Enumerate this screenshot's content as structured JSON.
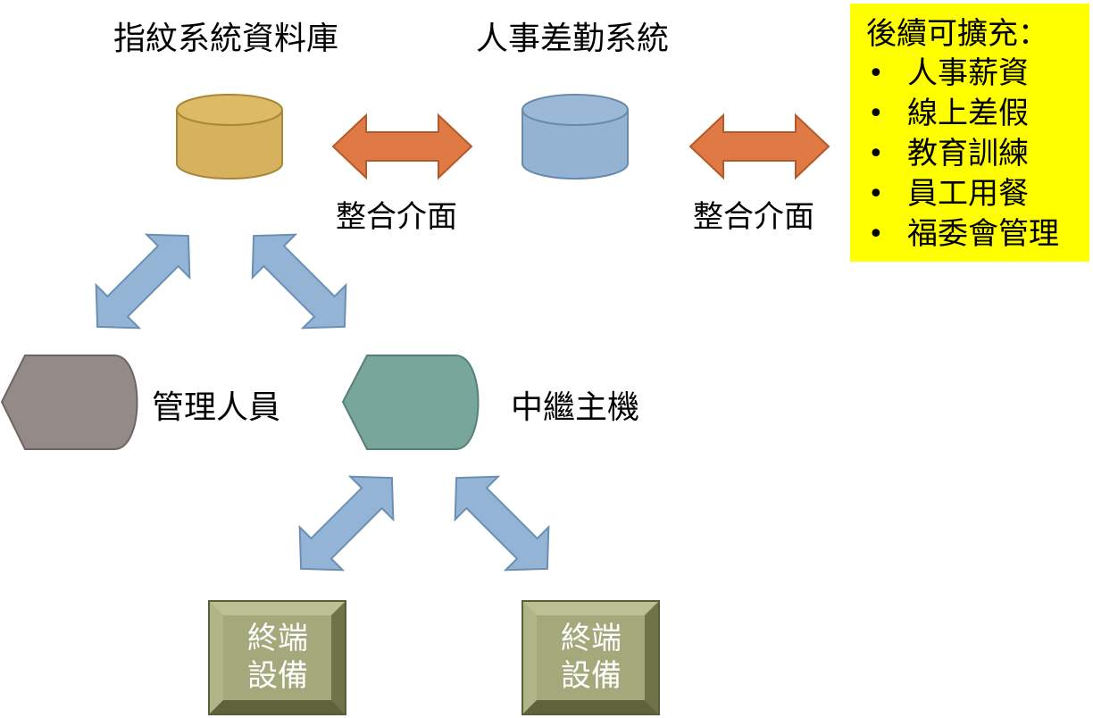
{
  "labels": {
    "fingerprint_db": "指紋系統資料庫",
    "hr_system": "人事差勤系統",
    "interface_left": "整合介面",
    "interface_right": "整合介面",
    "admin": "管理人員",
    "relay_host": "中繼主機"
  },
  "extension_box": {
    "title": "後續可擴充：",
    "bullet": "•",
    "items": [
      "人事薪資",
      "線上差假",
      "教育訓練",
      "員工用餐",
      "福委會管理"
    ]
  },
  "terminals": [
    {
      "line1": "終端",
      "line2": "設備"
    },
    {
      "line1": "終端",
      "line2": "設備"
    }
  ],
  "colors": {
    "db_fingerprint": "#d6b25e",
    "db_hr": "#94b3d2",
    "orange_arrow": "#e07a45",
    "blue_arrow": "#93b4d5",
    "admin_node": "#948a88",
    "relay_node": "#78a69a",
    "terminal": "#a4a97c",
    "highlight_box": "#ffff00"
  }
}
